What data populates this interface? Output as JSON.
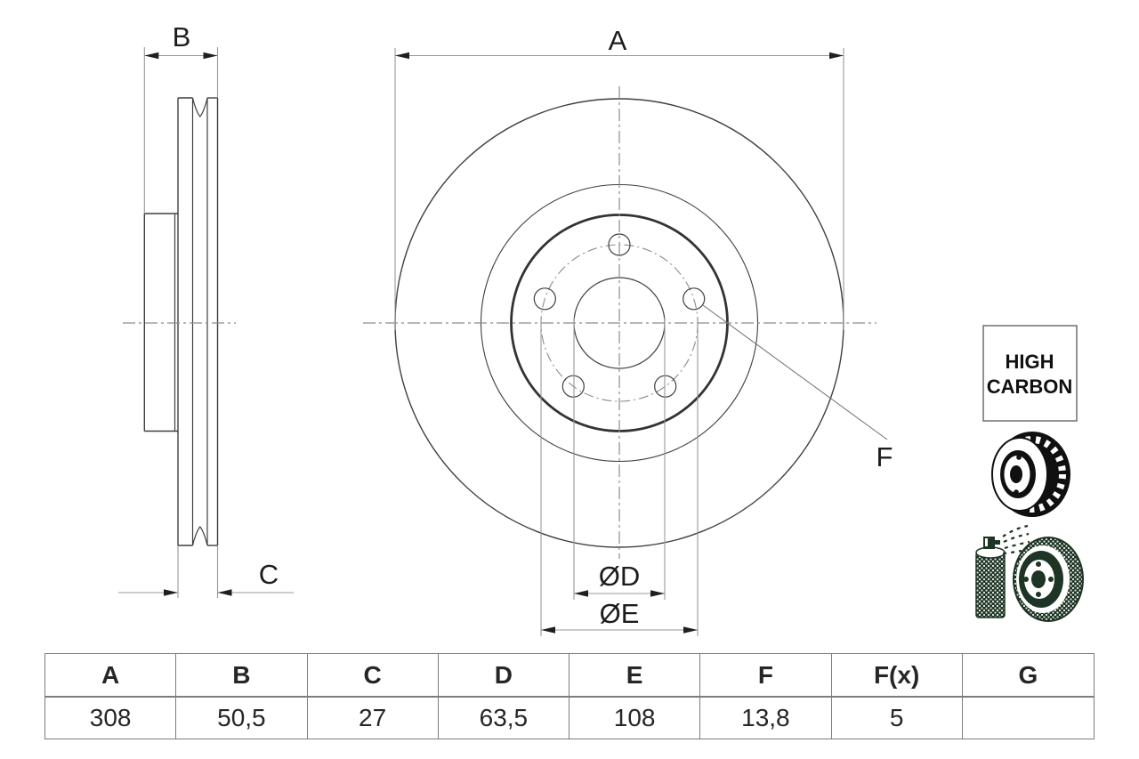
{
  "drawing": {
    "dim_labels": {
      "A": "A",
      "B": "B",
      "C": "C",
      "D": "ØD",
      "E": "ØE",
      "F": "F"
    },
    "badge": {
      "line1": "HIGH",
      "line2": "CARBON"
    },
    "icons": [
      "vented-disc-icon",
      "spray-coating-icon"
    ]
  },
  "table": {
    "headers": [
      "A",
      "B",
      "C",
      "D",
      "E",
      "F",
      "F(x)",
      "G"
    ],
    "values": [
      "308",
      "50,5",
      "27",
      "63,5",
      "108",
      "13,8",
      "5",
      ""
    ]
  },
  "colors": {
    "outline": "#3f3f3f",
    "dimension_line": "#999999",
    "arrowhead": "#1f1f1f",
    "centerline": "#8c8c8c",
    "icon_black": "#101010",
    "icon_dark_green": "#1e3424",
    "table_border": "#7d7d7d",
    "text": "#1c1c1c"
  }
}
